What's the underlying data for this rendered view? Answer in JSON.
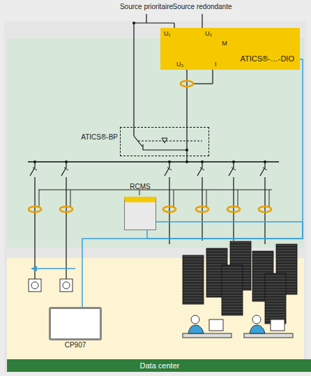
{
  "diagram": {
    "nodes": [
      {
        "text": [
          "ATICS®-…-DIO"
        ]
      },
      {
        "text": [
          "ATICS®-BP"
        ]
      },
      {
        "text": [
          "RCMS"
        ]
      },
      {
        "text": [
          "CP907"
        ]
      },
      {
        "text": [
          "Data center"
        ]
      }
    ],
    "edges": [
      {
        "from": 0,
        "to": 2,
        "arrow": "none"
      },
      {
        "from": 2,
        "to": 3,
        "arrow": "none"
      }
    ],
    "labels": [
      "Source prioritaire",
      "Source redondante",
      "U₁",
      "U₂",
      "U₃",
      "I",
      "M"
    ]
  }
}
